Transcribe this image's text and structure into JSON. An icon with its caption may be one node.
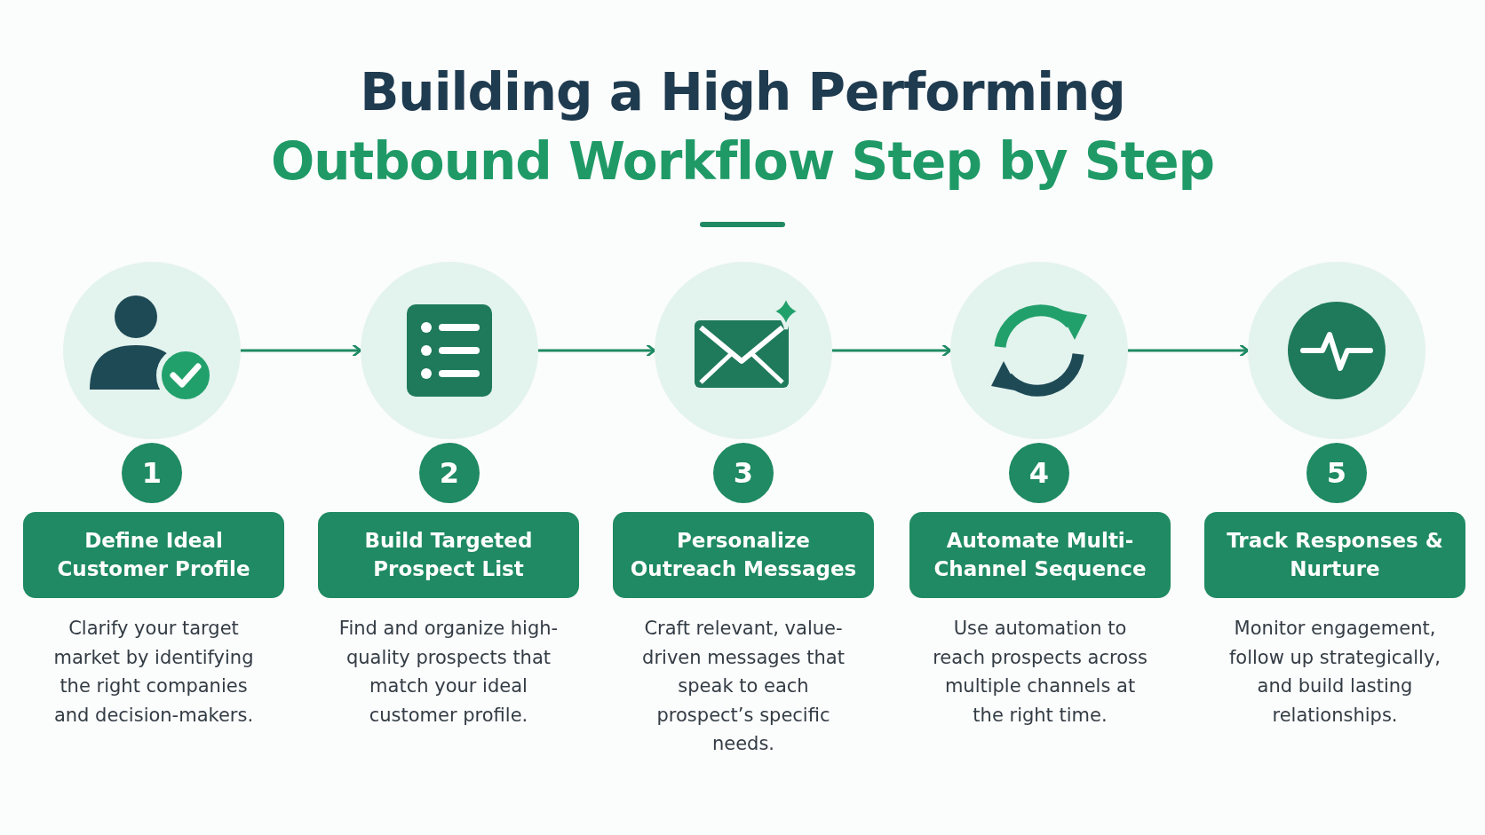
{
  "diagram": {
    "title": "Building a High Performing",
    "nodes": [
      {
        "text": [],
        "shape": "circle"
      },
      {
        "text": [],
        "shape": "circle"
      },
      {
        "text": [],
        "shape": "circle"
      },
      {
        "text": [],
        "shape": "circle"
      },
      {
        "text": [],
        "shape": "circle"
      },
      {
        "text": [
          "1"
        ]
      },
      {
        "text": [
          "2"
        ]
      },
      {
        "text": [
          "3"
        ]
      },
      {
        "text": [
          "4"
        ]
      },
      {
        "text": [
          "5"
        ]
      },
      {
        "text": [
          "Define Ideal Customer Profile"
        ],
        "beside": [
          "Clarify your target market by identifying the right companies and decision-makers."
        ]
      },
      {
        "text": [
          "Build Targeted Prospect List"
        ],
        "beside": [
          "Find and organize high-quality prospects that match your ideal customer profile."
        ]
      },
      {
        "text": [
          "Personalize Outreach Messages"
        ],
        "beside": [
          "Craft relevant, value-driven messages that speak to each prospect’s specific needs."
        ]
      },
      {
        "text": [
          "Automate Multi-Channel Sequence"
        ],
        "beside": [
          "Use automation to reach prospects across multiple channels at the right time."
        ]
      },
      {
        "text": [
          "Track Responses & Nurture"
        ],
        "beside": [
          "Monitor engagement, follow up strategically, and build lasting relationships."
        ]
      }
    ],
    "edges": [
      {
        "from": 0,
        "to": 1,
        "arrow": "to"
      },
      {
        "from": 1,
        "to": 2,
        "arrow": "to"
      },
      {
        "from": 2,
        "to": 3,
        "arrow": "to"
      },
      {
        "from": 3,
        "to": 4,
        "arrow": "to"
      }
    ],
    "labels": [
      "Outbound Workflow Step by Step"
    ]
  }
}
